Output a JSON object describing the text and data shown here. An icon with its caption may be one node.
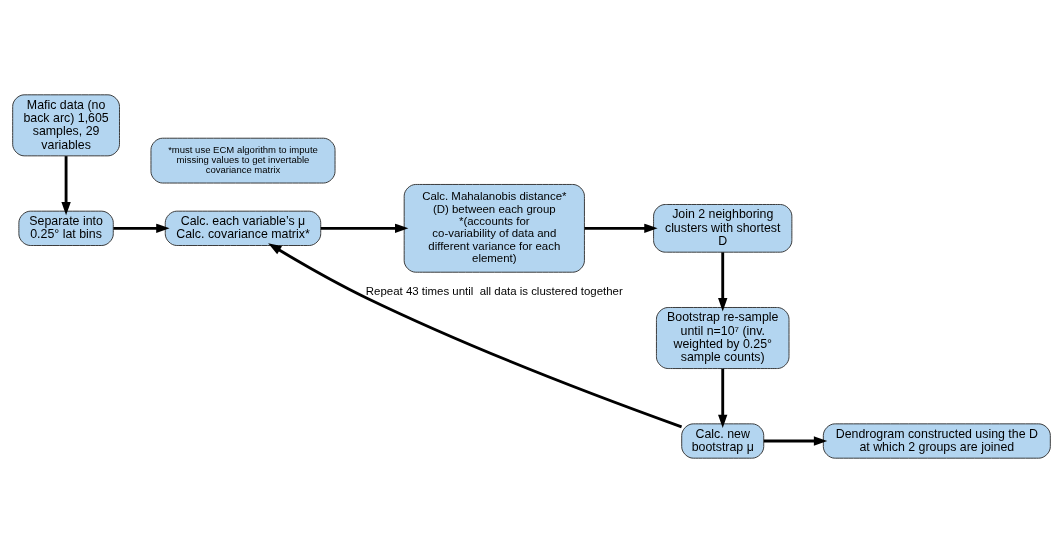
{
  "diagram": {
    "nodes": [
      {
        "text": [
          "Mafic data (no back arc) 1,605 samples, 29 variables"
        ]
      },
      {
        "text": [
          "Separate into 0.25° lat bins"
        ]
      },
      {
        "text": [
          "Calc. each variable’s μ",
          "Calc. covariance matrix*"
        ]
      },
      {
        "text": [
          "Calc. Mahalanobis distance* (D) between each group",
          "*(accounts for co-variability of data and different variance for each element)"
        ]
      },
      {
        "text": [
          "Join 2 neighboring clusters with shortest D"
        ]
      },
      {
        "text": [
          "Bootstrap re-sample until n=10⁷ (inv. weighted by 0.25° sample counts)"
        ]
      },
      {
        "text": [
          "Calc. new bootstrap μ"
        ]
      },
      {
        "text": [
          "*must use ECM algorithm to impute missing values to get invertable covariance matrix"
        ]
      },
      {
        "text": [
          "Dendrogram constructed using the D at which 2 groups are joined"
        ]
      }
    ],
    "edges": [
      {
        "from": 0,
        "to": 1,
        "arrow": "to"
      },
      {
        "from": 1,
        "to": 2,
        "arrow": "to"
      },
      {
        "from": 2,
        "to": 3,
        "arrow": "to"
      },
      {
        "from": 3,
        "to": 4,
        "arrow": "to"
      },
      {
        "from": 4,
        "to": 5,
        "arrow": "to"
      },
      {
        "from": 5,
        "to": 6,
        "arrow": "to"
      },
      {
        "from": 6,
        "to": 2,
        "arrow": "to",
        "label": "Repeat 43 times until  all data is clustered together"
      },
      {
        "from": 6,
        "to": 8,
        "arrow": "to"
      }
    ]
  }
}
